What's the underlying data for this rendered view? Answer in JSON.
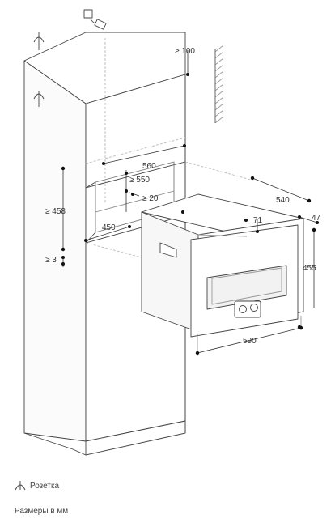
{
  "dimensions": {
    "d100": "≥ 100",
    "d560": "560",
    "d550": "≥ 550",
    "d20": "≥ 20",
    "d458": "≥ 458",
    "d450": "450",
    "d3": "≥ 3",
    "d540": "540",
    "d47": "47",
    "d71": "71",
    "d455": "455",
    "d590": "590"
  },
  "legend": {
    "socket_label": "Розетка",
    "units_note": "Размеры в мм"
  },
  "colors": {
    "line": "#444444",
    "dim": "#333333",
    "hatch": "#777777",
    "dash": "#bbbbbb"
  }
}
